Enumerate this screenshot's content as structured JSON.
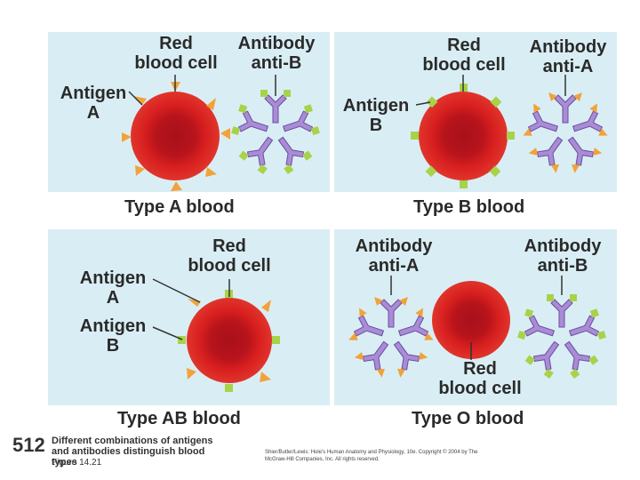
{
  "panels": {
    "type_a": {
      "caption": "Type A blood",
      "cell_label": "Red\nblood cell",
      "antibody_label": "Antibody\nanti-B",
      "antigen_label": "Antigen\nA"
    },
    "type_b": {
      "caption": "Type B blood",
      "cell_label": "Red\nblood cell",
      "antibody_label": "Antibody\nanti-A",
      "antigen_label": "Antigen\nB"
    },
    "type_ab": {
      "caption": "Type AB blood",
      "cell_label": "Red\nblood cell",
      "antigen_a_label": "Antigen\nA",
      "antigen_b_label": "Antigen\nB"
    },
    "type_o": {
      "caption": "Type O blood",
      "antibody_a_label": "Antibody\nanti-A",
      "antibody_b_label": "Antibody\nanti-B",
      "cell_label": "Red\nblood cell"
    }
  },
  "footer": {
    "page_number": "512",
    "figure_title": "Different combinations of antigens and antibodies distinguish blood types",
    "figure_label": "Figure 14.21",
    "credit": "Shier/Butler/Lewis: Hole's Human Anatomy and Physiology, 10e. Copyright © 2004 by The McGraw-Hill Companies, Inc. All rights reserved."
  },
  "colors": {
    "panel_bg": "#d9eef4",
    "cell_outer": "#d81f1f",
    "cell_inner": "#a8101a",
    "antigen_a": "#f2a23a",
    "antigen_b": "#a8d24a",
    "antibody": "#a98bd6",
    "antibody_outline": "#6a4fa0"
  }
}
